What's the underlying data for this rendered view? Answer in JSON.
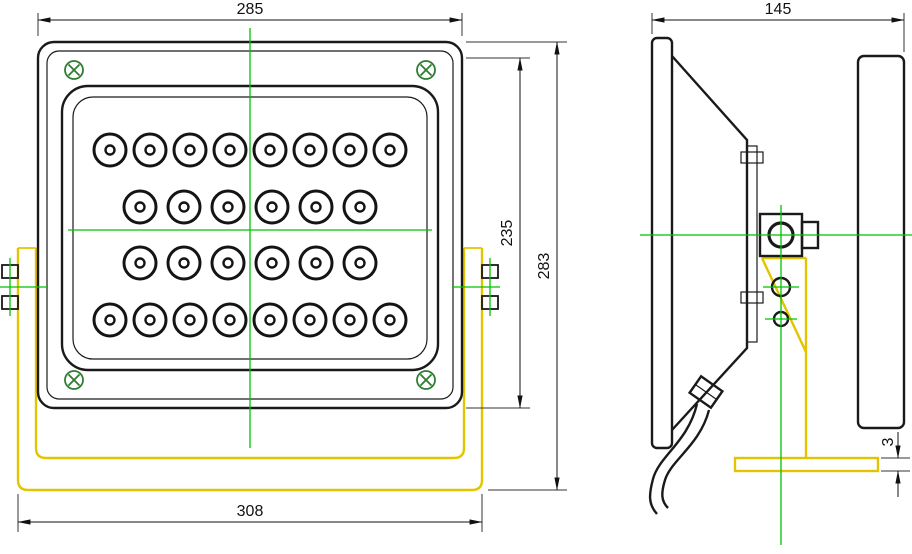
{
  "drawing": {
    "dimensions": {
      "front_width": "285",
      "lens_height": "235",
      "overall_height": "283",
      "bracket_width": "308",
      "side_depth": "145",
      "base_thickness": "3"
    },
    "led_grid": {
      "rows": [
        8,
        6,
        6,
        8
      ],
      "total_leds": 28
    },
    "colors": {
      "line": "#1a1a1a",
      "centerline": "#00c200",
      "bracket": "#e3c400",
      "screw": "#2e7d32",
      "background": "#ffffff"
    }
  }
}
